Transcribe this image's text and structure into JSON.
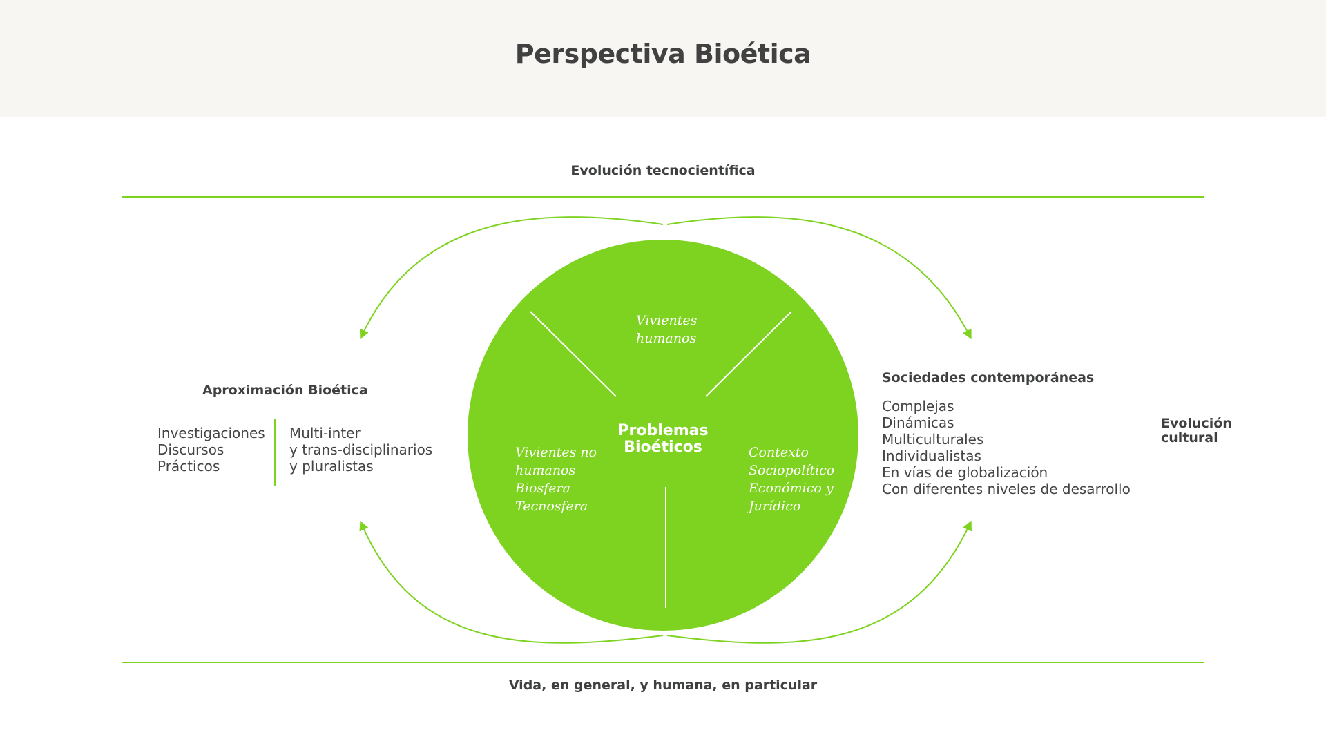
{
  "title": "Perspectiva Bioética",
  "top_label": "Evolución tecnocientífica",
  "bottom_label": "Vida, en general, y humana, en particular",
  "right_edge_label": [
    "Evolución",
    "cultural"
  ],
  "center": {
    "title": [
      "Problemas",
      "Bioéticos"
    ],
    "top_sector": [
      "Vivientes",
      "humanos"
    ],
    "left_sector": [
      "Vivientes no",
      "humanos",
      "Biosfera",
      "Tecnosfera"
    ],
    "right_sector": [
      "Contexto",
      "Sociopolítico",
      "Económico y",
      "Jurídico"
    ]
  },
  "left_block": {
    "heading": "Aproximación Bioética",
    "col1": [
      "Investigaciones",
      "Discursos",
      "Prácticos"
    ],
    "col2": [
      "Multi-inter",
      "y trans-disciplinarios",
      "y pluralistas"
    ]
  },
  "right_block": {
    "heading": "Sociedades contemporáneas",
    "items": [
      "Complejas",
      "Dinámicas",
      "Multiculturales",
      "Individualistas",
      "En vías de globalización",
      "Con diferentes niveles de desarrollo"
    ]
  },
  "colors": {
    "accent": "#7ed321",
    "header_bg": "#f8f6f3",
    "text": "#3f4040"
  }
}
